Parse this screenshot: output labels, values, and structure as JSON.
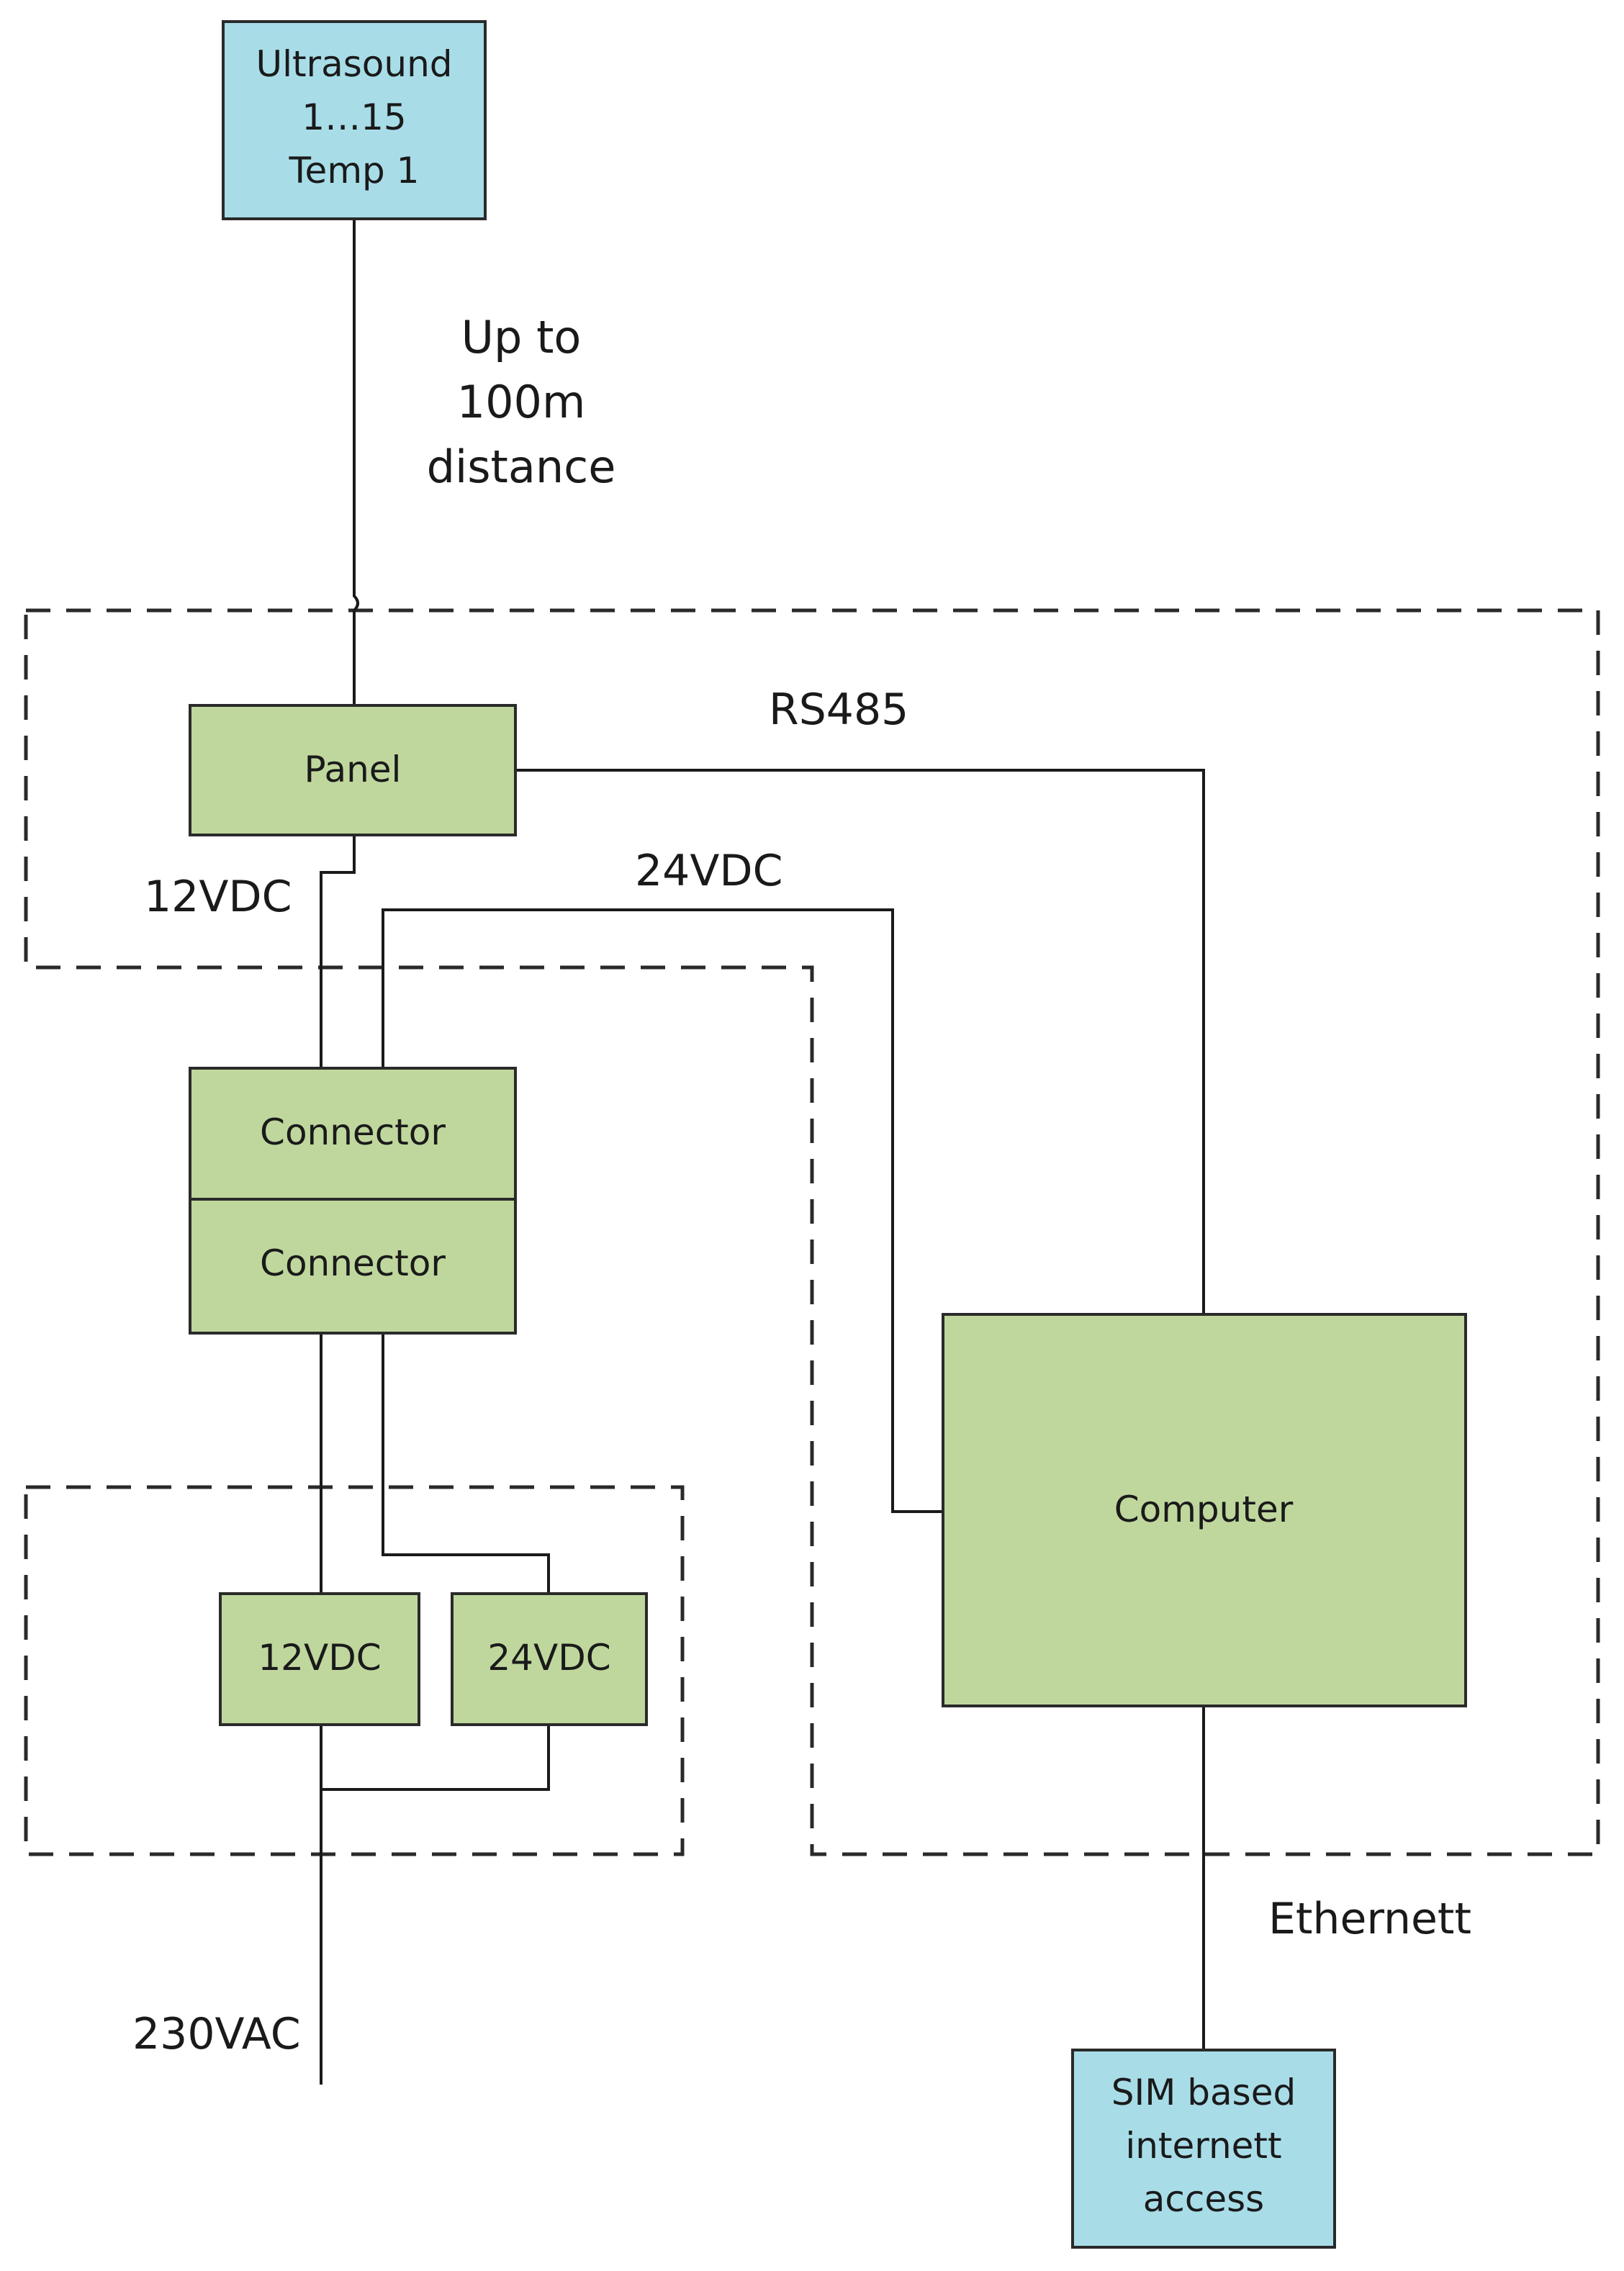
{
  "nodes": {
    "sensor": {
      "lines": [
        "Ultrasound",
        "1…15",
        "Temp 1"
      ]
    },
    "panel": {
      "label": "Panel"
    },
    "connector_top": {
      "label": "Connector"
    },
    "connector_bottom": {
      "label": "Connector"
    },
    "psu_12": {
      "label": "12VDC"
    },
    "psu_24": {
      "label": "24VDC"
    },
    "computer": {
      "label": "Computer"
    },
    "sim": {
      "lines": [
        "SIM based",
        "internett",
        "access"
      ]
    }
  },
  "labels": {
    "distance": [
      "Up to",
      "100m",
      "distance"
    ],
    "rs485": "RS485",
    "v12": "12VDC",
    "v24": "24VDC",
    "ethernet": "Ethernett",
    "mains": "230VAC"
  },
  "colors": {
    "sensor_fill": "#a8dde8",
    "module_fill": "#bfd79d"
  }
}
